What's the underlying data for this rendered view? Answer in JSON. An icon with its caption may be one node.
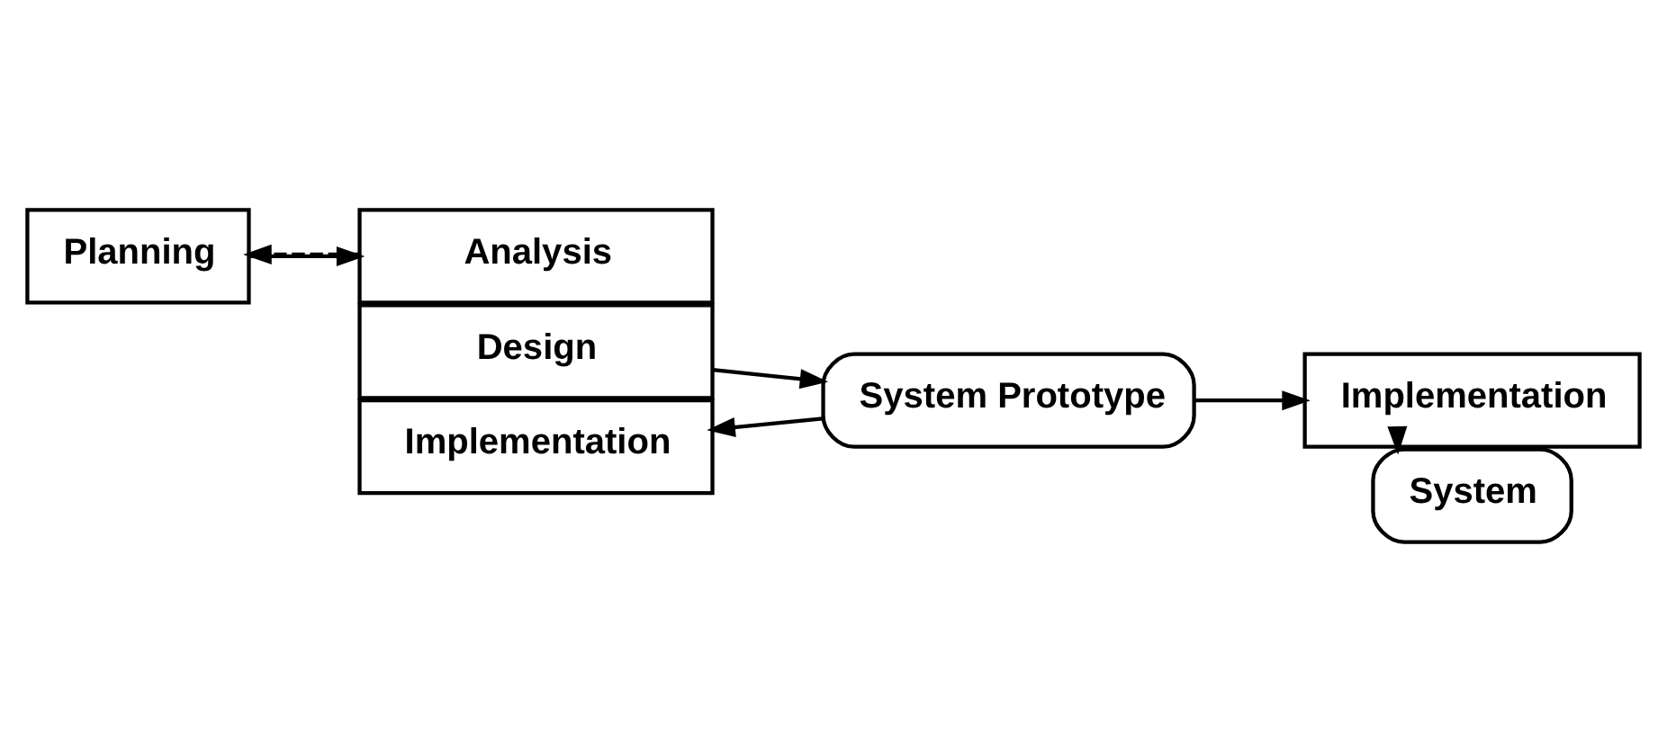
{
  "diagram": {
    "nodes": [
      {
        "text": [
          "Planning"
        ]
      },
      {
        "text": [
          "Analysis"
        ]
      },
      {
        "text": [
          "Design"
        ]
      },
      {
        "text": [
          "Implementation"
        ]
      },
      {
        "text": [
          "System Prototype"
        ]
      },
      {
        "text": [
          "Implementation"
        ]
      },
      {
        "text": [
          "System"
        ]
      }
    ],
    "edges": [
      {
        "from": 0,
        "to": 1,
        "arrow": "to"
      },
      {
        "from": 1,
        "to": 0,
        "arrow": "to",
        "style": "dashed"
      },
      {
        "from": 2,
        "to": 4,
        "arrow": "to"
      },
      {
        "from": 4,
        "to": 3,
        "arrow": "to"
      },
      {
        "from": 4,
        "to": 5,
        "arrow": "to"
      },
      {
        "from": 5,
        "to": 6,
        "arrow": "to"
      }
    ]
  }
}
